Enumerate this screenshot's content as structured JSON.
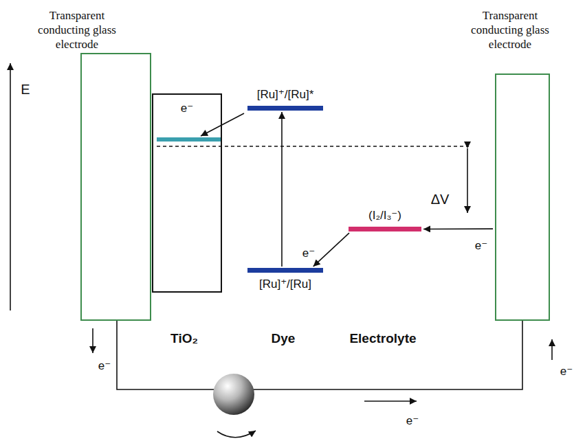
{
  "diagram": {
    "nodes": [
      {
        "text": [
          "Transparent conducting glass electrode"
        ]
      },
      {
        "text": [
          "[Ru]⁺/[Ru]*"
        ]
      },
      {
        "text": [
          "(I₂/I₃⁻)"
        ]
      },
      {
        "text": [
          "[Ru]⁺/[Ru]"
        ]
      },
      {
        "text": [
          "Transparent conducting glass electrode"
        ]
      }
    ],
    "edges": [
      {
        "from": 3,
        "to": 1,
        "arrow": "to"
      },
      {
        "from": 2,
        "to": 3,
        "arrow": "to"
      },
      {
        "from": 4,
        "to": 2,
        "arrow": "to"
      }
    ],
    "labels": [
      "E",
      "e⁻",
      "e⁻",
      "ΔV",
      "e⁻",
      "TiO₂",
      "Dye",
      "Electrolyte",
      "e⁻",
      "e⁻",
      "e⁻"
    ]
  }
}
